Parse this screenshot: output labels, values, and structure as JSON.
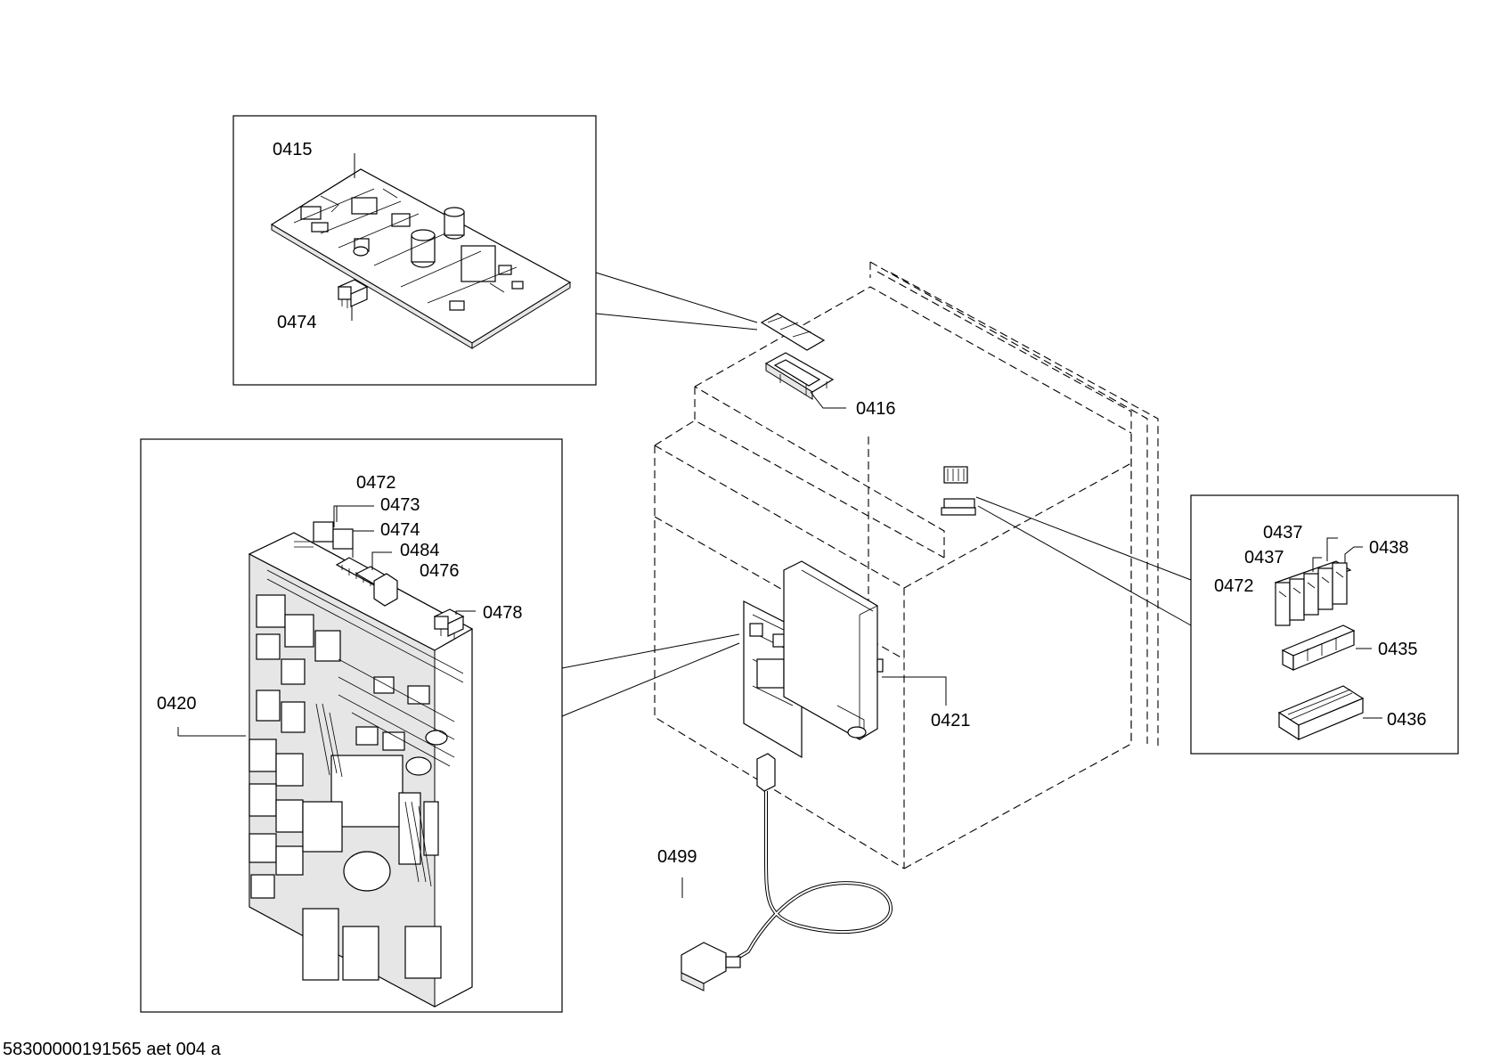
{
  "drawing_id": "58300000191565 aet 004 a",
  "labels": {
    "p0415": "0415",
    "p0474_top": "0474",
    "p0416": "0416",
    "p0472_left": "0472",
    "p0473": "0473",
    "p0474_left": "0474",
    "p0484": "0484",
    "p0476": "0476",
    "p0478": "0478",
    "p0420": "0420",
    "p0421": "0421",
    "p0499": "0499",
    "p0437_a": "0437",
    "p0437_b": "0437",
    "p0438": "0438",
    "p0472_right": "0472",
    "p0435": "0435",
    "p0436": "0436"
  }
}
